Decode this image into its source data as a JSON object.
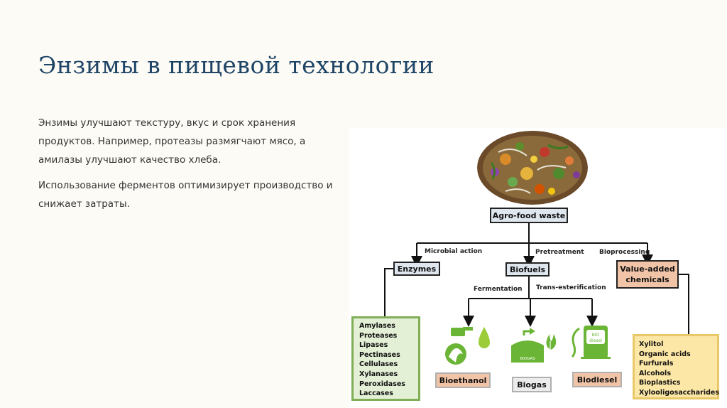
{
  "slide": {
    "title": "Энзимы в пищевой технологии",
    "paragraph1": "Энзимы улучшают текстуру, вкус и срок хранения продуктов. Например, протеазы размягчают мясо, а амилазы улучшают качество хлеба.",
    "paragraph2": "Использование ферментов оптимизирует производство и снижает затраты."
  },
  "diagram": {
    "root": "Agro-food waste",
    "edges": {
      "microbial_action": "Microbial action",
      "pretreatment": "Pretreatment",
      "bioprocessing": "Bioprocessing",
      "fermentation": "Fermentation",
      "trans_esterification": "Trans-esterification"
    },
    "branches": {
      "enzymes": "Enzymes",
      "biofuels": "Biofuels",
      "value_added_line1": "Value-added",
      "value_added_line2": "chemicals"
    },
    "enzyme_list": [
      "Amylases",
      "Proteases",
      "Lipases",
      "Pectinases",
      "Cellulases",
      "Xylanases",
      "Peroxidases",
      "Laccases"
    ],
    "chemical_list": [
      "Xylitol",
      "Organic acids",
      "Furfurals",
      "Alcohols",
      "Bioplastics",
      "Xylooligosaccharides"
    ],
    "products": {
      "bioethanol": "Bioethanol",
      "biogas": "Biogas",
      "biodiesel": "Biodiesel"
    },
    "icon_text": {
      "biogas_tank": "BIOGAS",
      "bio_diesel_top": "BIO",
      "bio_diesel_bottom": "diesel"
    },
    "colors": {
      "box_blue": "#dfe6ee",
      "box_orange": "#f2c4a7",
      "box_green": "#e4f0d6",
      "box_yellow": "#fde7a6",
      "icon_green": "#6bb536",
      "title_color": "#1e4466"
    }
  }
}
